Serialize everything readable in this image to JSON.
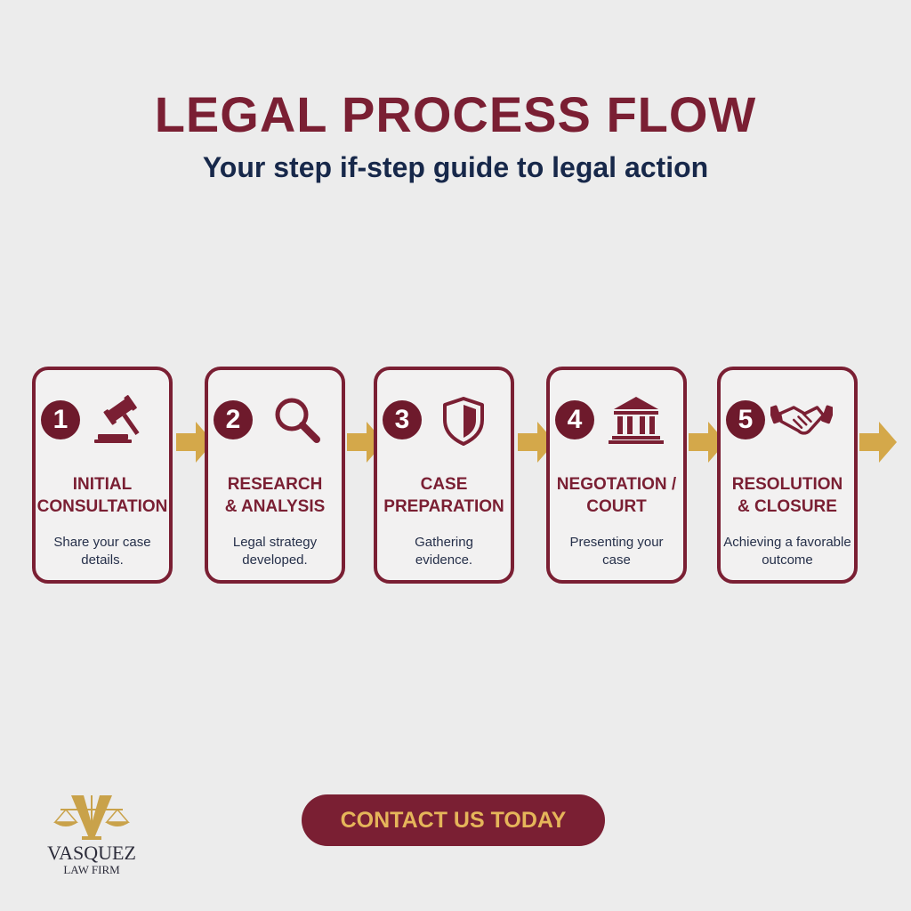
{
  "header": {
    "title": "LEGAL PROCESS FLOW",
    "subtitle": "Your step if-step guide to legal action"
  },
  "colors": {
    "primary": "#7a1f33",
    "accent_gold": "#d4a84a",
    "navy": "#17284a",
    "background": "#ececec"
  },
  "steps": [
    {
      "number": "1",
      "icon": "gavel-icon",
      "heading": "INITIAL\nCONSULTATION",
      "description": "Share your case\ndetails."
    },
    {
      "number": "2",
      "icon": "magnifier-icon",
      "heading": "RESEARCH\n& ANALYSIS",
      "description": "Legal strategy\ndeveloped."
    },
    {
      "number": "3",
      "icon": "shield-icon",
      "heading": "CASE\nPREPARATION",
      "description": "Gathering\nevidence."
    },
    {
      "number": "4",
      "icon": "courthouse-icon",
      "heading": "NEGOTATION /\nCOURT",
      "description": "Presenting your\ncase"
    },
    {
      "number": "5",
      "icon": "handshake-icon",
      "heading": "RESOLUTION\n& CLOSURE",
      "description": "Achieving a favorable\noutcome"
    }
  ],
  "cta": {
    "label": "CONTACT US TODAY"
  },
  "logo": {
    "name": "VASQUEZ",
    "subtitle": "LAW FIRM",
    "icon": "scales-of-justice-icon"
  }
}
